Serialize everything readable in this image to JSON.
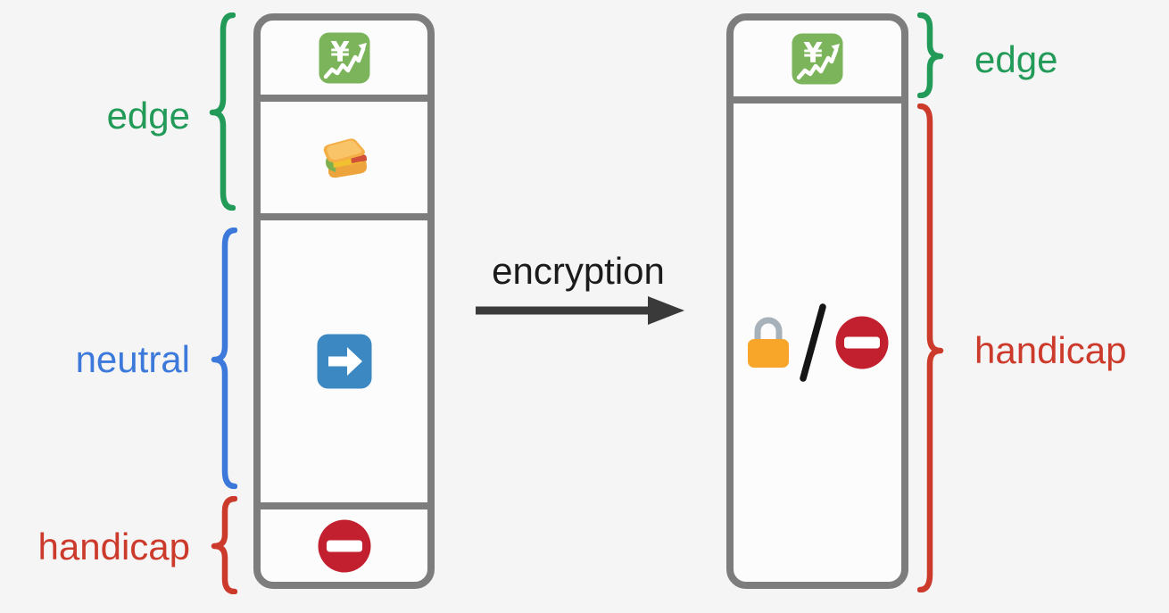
{
  "colors": {
    "background": "#f5f5f6",
    "panel-bg": "#fcfcfc",
    "panel-border": "#7d7d7d",
    "edge-green": "#229a58",
    "neutral-blue": "#3c79da",
    "handicap-red": "#cc3a2b",
    "arrow-dark": "#3a3a3a",
    "text-dark": "#1b1b1b",
    "emoji-chart-green": "#7cb45b",
    "emoji-arrow-blue": "#3b88c3",
    "emoji-noentry-red": "#c2202f",
    "emoji-lock-orange": "#f8a62a",
    "emoji-lock-shackle": "#a7b1ba",
    "emoji-bread": "#f4ae45"
  },
  "left_column": {
    "sections": [
      {
        "icon": "chart-increasing-with-yen"
      },
      {
        "icon": "sandwich"
      },
      {
        "icon": "arrow-right"
      },
      {
        "icon": "no-entry"
      }
    ],
    "braces": [
      {
        "label": "edge",
        "color": "#229a58"
      },
      {
        "label": "neutral",
        "color": "#3c79da"
      },
      {
        "label": "handicap",
        "color": "#cc3a2b"
      }
    ]
  },
  "transform": {
    "label": "encryption"
  },
  "right_column": {
    "sections": [
      {
        "icon": "chart-increasing-with-yen"
      },
      {
        "icons": [
          "lock",
          "no-entry"
        ],
        "separator": "/"
      }
    ],
    "braces": [
      {
        "label": "edge",
        "color": "#229a58"
      },
      {
        "label": "handicap",
        "color": "#cc3a2b"
      }
    ]
  },
  "glyphs": {
    "yen": "¥"
  }
}
